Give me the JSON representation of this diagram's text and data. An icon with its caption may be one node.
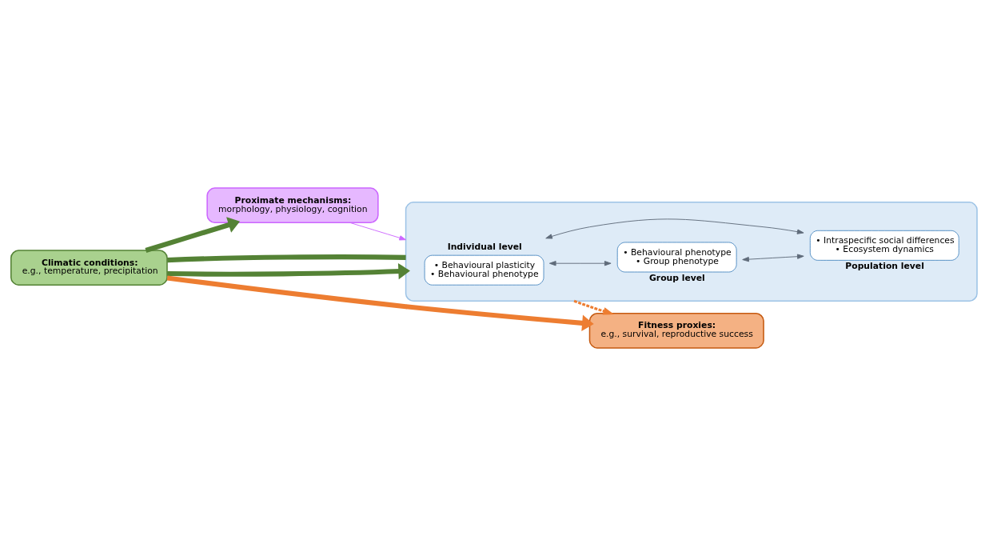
{
  "diagram": {
    "nodes": [
      {
        "text": [
          "Proximate mechanisms:",
          "morphology, physiology, cognition"
        ]
      },
      {
        "text": [],
        "shape": "box"
      },
      {
        "text": [
          "Individual level",
          "• Behavioural plasticity",
          "• Behavioural phenotype"
        ],
        "in": 1
      },
      {
        "text": [
          "• Behavioural phenotype",
          "• Group phenotype",
          "Group level"
        ],
        "in": 1
      },
      {
        "text": [
          "• Intraspecific social differences",
          "• Ecosystem dynamics",
          "Population level"
        ],
        "in": 1
      },
      {
        "text": [
          "Climatic conditions:",
          "e.g., temperature, precipitation"
        ]
      },
      {
        "text": [
          "Fitness proxies:",
          "e.g., survival, reproductive success"
        ]
      }
    ],
    "edges": [
      {
        "from": 5,
        "to": 0,
        "arrow": "to",
        "style": "thick",
        "color": "#548235"
      },
      {
        "from": 5,
        "to": 1,
        "arrow": "to",
        "style": "thick",
        "color": "#548235"
      },
      {
        "from": 5,
        "to": 1,
        "arrow": "none",
        "style": "thick",
        "color": "#548235"
      },
      {
        "from": 0,
        "to": 1,
        "arrow": "to",
        "color": "#cc66ff"
      },
      {
        "from": 2,
        "to": 3,
        "arrow": "both",
        "color": "#5f6b7a"
      },
      {
        "from": 2,
        "to": 4,
        "arrow": "both",
        "color": "#5f6b7a"
      },
      {
        "from": 3,
        "to": 4,
        "arrow": "both",
        "color": "#5f6b7a"
      },
      {
        "from": 1,
        "to": 6,
        "arrow": "to",
        "style": "dashed",
        "color": "#ed7d31"
      },
      {
        "from": 5,
        "to": 6,
        "arrow": "to",
        "style": "thick",
        "color": "#ed7d31"
      }
    ]
  }
}
